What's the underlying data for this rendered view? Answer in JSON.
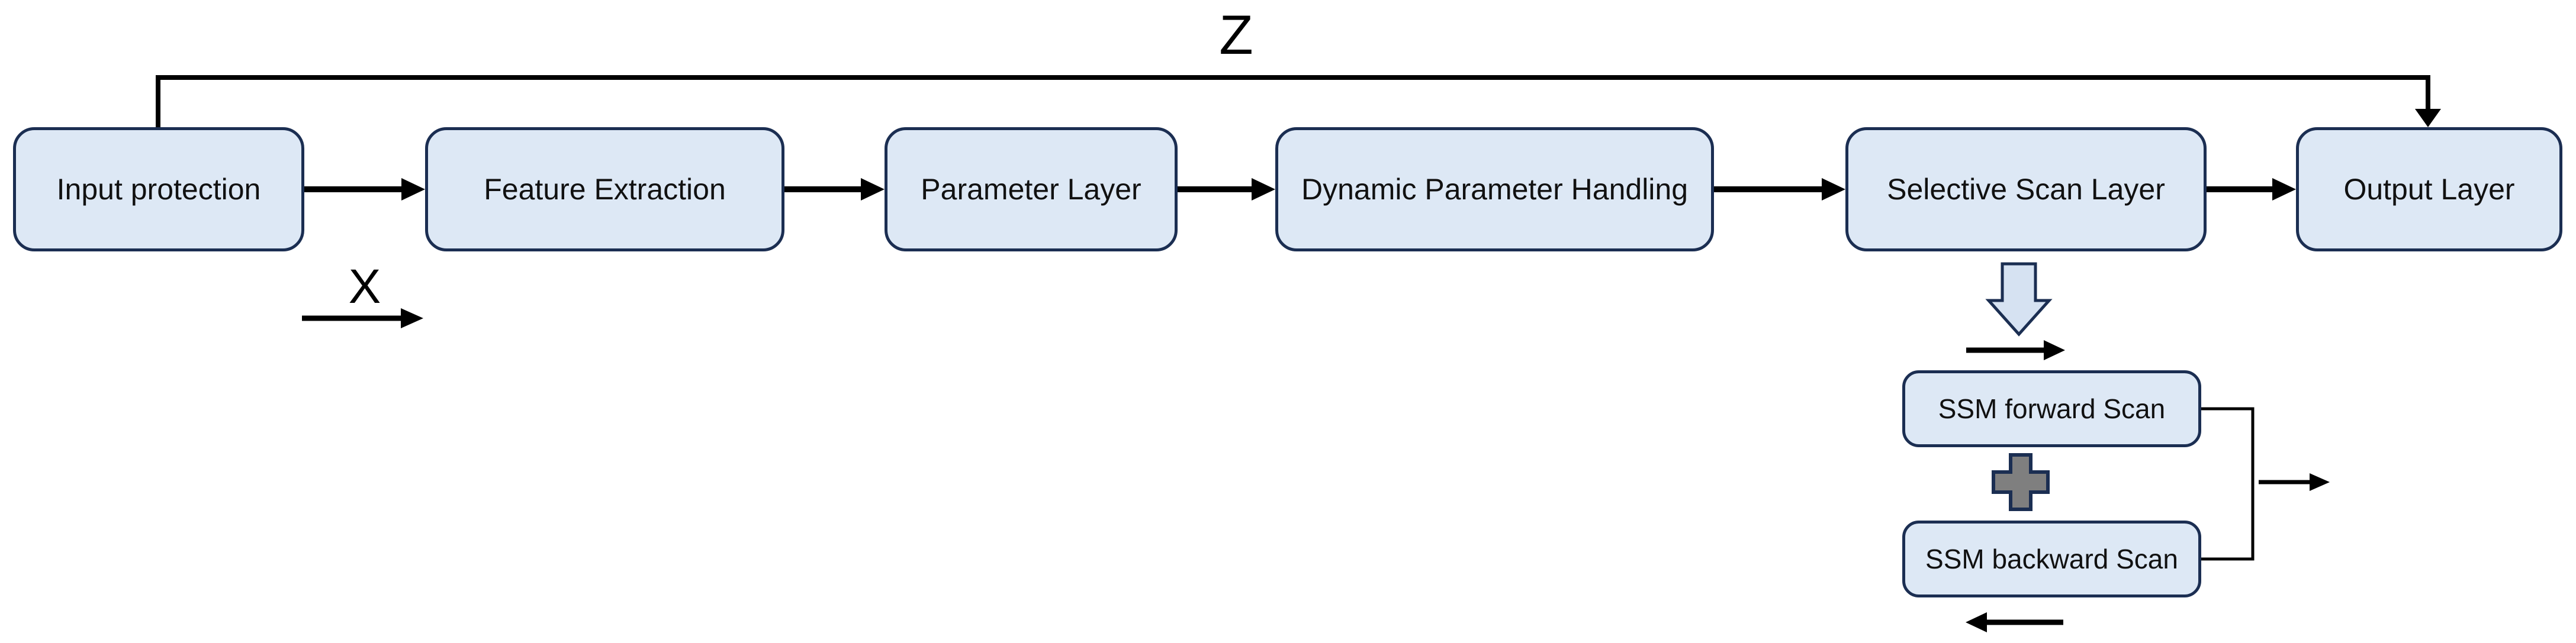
{
  "diagram": {
    "main_flow": {
      "nodes": [
        {
          "label": "Input protection"
        },
        {
          "label": "Feature Extraction"
        },
        {
          "label": "Parameter Layer"
        },
        {
          "label": "Dynamic Parameter Handling"
        },
        {
          "label": "Selective Scan Layer"
        },
        {
          "label": "Output Layer"
        }
      ],
      "skip_connection_label": "Z",
      "input_signal_label": "X"
    },
    "scan_submodule": {
      "nodes": [
        {
          "label": "SSM forward Scan"
        },
        {
          "label": "SSM backward Scan"
        }
      ],
      "combine_icon": "plus-icon",
      "expand_icon": "down-block-arrow-icon",
      "forward_direction_icon": "right-arrow-icon",
      "backward_direction_icon": "left-arrow-icon"
    },
    "colors": {
      "node_fill": "#dde8f5",
      "node_border": "#1b2e52",
      "line_black": "#000000",
      "plus_fill": "#7f7f7f",
      "block_arrow_fill": "#d6e2f2",
      "text": "#111111"
    }
  }
}
